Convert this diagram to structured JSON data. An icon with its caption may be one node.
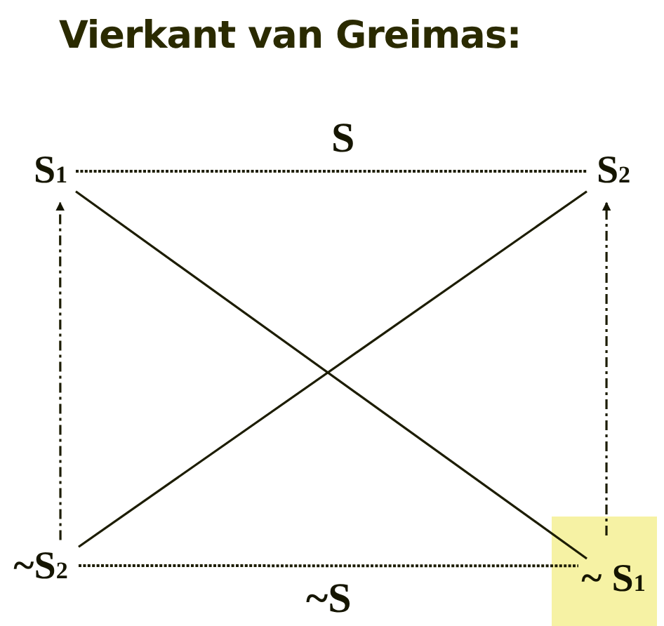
{
  "diagram": {
    "title": "Vierkant van Greimas:",
    "nodes": [
      {
        "text": [
          "S$_{1}$"
        ]
      },
      {
        "text": [
          "S$_{2}$"
        ]
      },
      {
        "text": [
          "~S$_{2}$"
        ]
      },
      {
        "text": [
          "~ S$_{1}$"
        ]
      }
    ],
    "edges": [
      {
        "from": 0,
        "to": 1,
        "arrow": "none",
        "style": "dashed"
      },
      {
        "from": 0,
        "to": 3,
        "arrow": "none"
      },
      {
        "from": 1,
        "to": 2,
        "arrow": "none"
      },
      {
        "from": 2,
        "to": 0,
        "arrow": "to",
        "style": "dashed"
      },
      {
        "from": 3,
        "to": 1,
        "arrow": "to",
        "style": "dashed"
      },
      {
        "from": 2,
        "to": 3,
        "arrow": "none",
        "style": "dashed"
      }
    ],
    "labels": [
      "S",
      "~S"
    ]
  }
}
